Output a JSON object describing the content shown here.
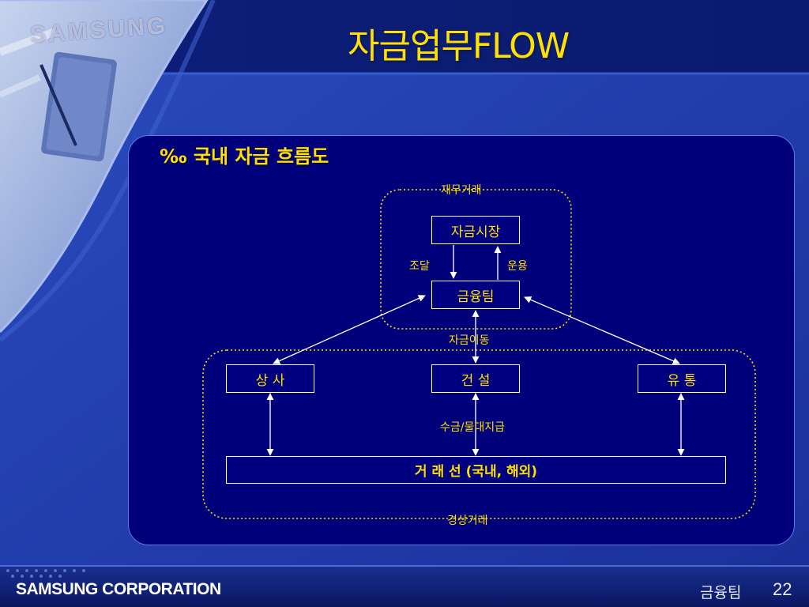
{
  "slide": {
    "title": "자금업무FLOW",
    "subtitle": "‰ 국내 자금 흐름도",
    "logo_text": "SAMSUNG"
  },
  "diagram": {
    "top_group_label": "재무거래",
    "bottom_group_label": "경상거래",
    "nodes": {
      "market": "자금시장",
      "finance_team": "금융팀",
      "trading": "상 사",
      "construction": "건 설",
      "distribution": "유 통",
      "counterparties": "거  래  선  (국내,  해외)"
    },
    "edge_labels": {
      "procure": "조달",
      "invest": "운용",
      "fund_transfer": "자금이동",
      "receipt_payment": "수금/물대지급"
    }
  },
  "footer": {
    "company": "SAMSUNG CORPORATION",
    "team": "금융팀",
    "page_number": "22"
  },
  "colors": {
    "title_text": "#ffe000",
    "panel_bg": "#00007a",
    "slide_bg": "#1c3aa8",
    "box_border": "#ffffff"
  }
}
